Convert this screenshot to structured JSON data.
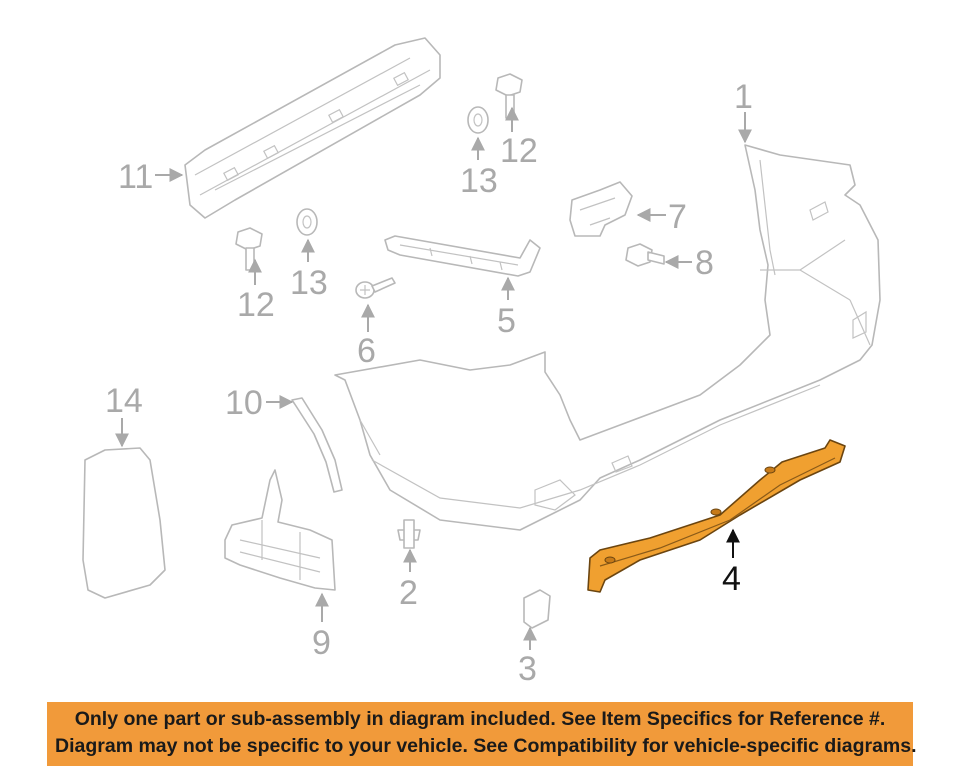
{
  "callouts": [
    "1",
    "2",
    "3",
    "4",
    "5",
    "6",
    "7",
    "8",
    "9",
    "10",
    "11",
    "12",
    "12",
    "13",
    "13",
    "14"
  ],
  "highlight_color": "#f0a030",
  "banner": {
    "line1": "Only one part or sub-assembly in diagram included. See Item Specifics for Reference #.",
    "line2": "Diagram may not be specific to your vehicle. See Compatibility for vehicle-specific diagrams.",
    "background": "#f19a3a"
  }
}
